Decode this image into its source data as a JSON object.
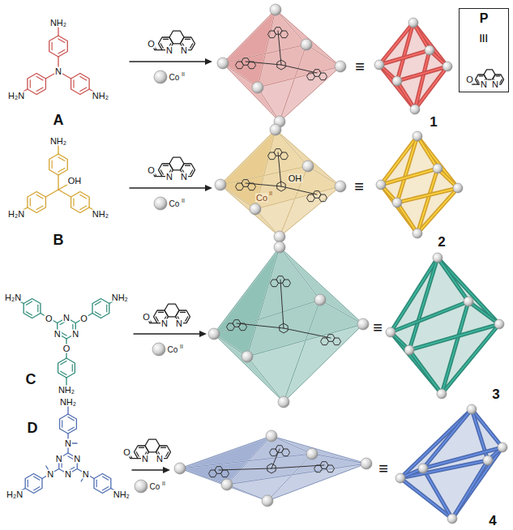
{
  "diagram": {
    "nodes": [
      {
        "text": [
          "P",
          "≡"
        ]
      }
    ],
    "labels": [
      "NH₂",
      "N",
      "H₂N",
      "NH₂",
      "A",
      "O",
      "N",
      "N",
      "Co",
      "II",
      "≡",
      "1",
      "NH₂",
      "OH",
      "H₂N",
      "NH₂",
      "B",
      "O",
      "N",
      "N",
      "Co",
      "II",
      "OH",
      "Co",
      "II",
      "≡",
      "2",
      "NH₂",
      "H₂N",
      "O",
      "O",
      "O",
      "N",
      "N",
      "N",
      "NH₂",
      "C",
      "O",
      "N",
      "N",
      "Co",
      "II",
      "≡",
      "3",
      "NH₂",
      "H₂N",
      "N",
      "N",
      "N",
      "N",
      "N",
      "N",
      "NH₂",
      "D",
      "O",
      "N",
      "N",
      "Co",
      "II",
      "≡",
      "4",
      "O",
      "N",
      "N"
    ]
  }
}
